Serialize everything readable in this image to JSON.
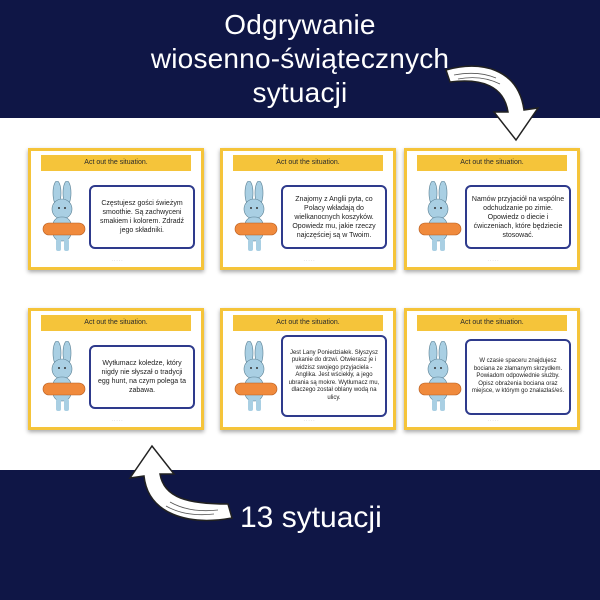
{
  "headline": {
    "line1": "Odgrywanie",
    "line2": "wiosenno-świątecznych",
    "line3": "sytuacji"
  },
  "footer": {
    "count_text": "13 sytuacji"
  },
  "cards": [
    {
      "header": "Act out the situation.",
      "text": "Częstujesz gości świeżym smoothie. Są zachwyceni smakiem i kolorem. Zdradź jego składniki."
    },
    {
      "header": "Act out the situation.",
      "text": "Znajomy z Anglii pyta, co Polacy wkładają do wielkanocnych koszyków. Opowiedz mu, jakie rzeczy najczęściej są w Twoim."
    },
    {
      "header": "Act out the situation.",
      "text": "Namów przyjaciół na wspólne odchudzanie po zimie. Opowiedz o diecie i ćwiczeniach, które będziecie stosować."
    },
    {
      "header": "Act out the situation.",
      "text": "Wytłumacz koledze, który nigdy nie słyszał o tradycji egg hunt, na czym polega ta zabawa."
    },
    {
      "header": "Act out the situation.",
      "text": "Jest Lany Poniedziałek. Słyszysz pukanie do drzwi. Otwierasz je i widzisz swojego przyjaciela - Anglika. Jest wściekły, a jego ubrania są mokre. Wytłumacz mu, dlaczego został oblany wodą na ulicy."
    },
    {
      "header": "Act out the situation.",
      "text": "W czasie spaceru znajdujesz bociana ze złamanym skrzydłem. Powiadom odpowiednie służby. Opisz obrażenia bociana oraz miejsce, w którym go znalazłaś/eś."
    }
  ],
  "colors": {
    "navy": "#0f1646",
    "card_border": "#f5c43a",
    "textbox_border": "#2e3a8c",
    "bunny": "#a9cfe3",
    "carrot": "#f08a3c"
  },
  "icons": [
    "curved-arrow-right-icon",
    "curved-arrow-left-icon",
    "bunny-illustration"
  ]
}
